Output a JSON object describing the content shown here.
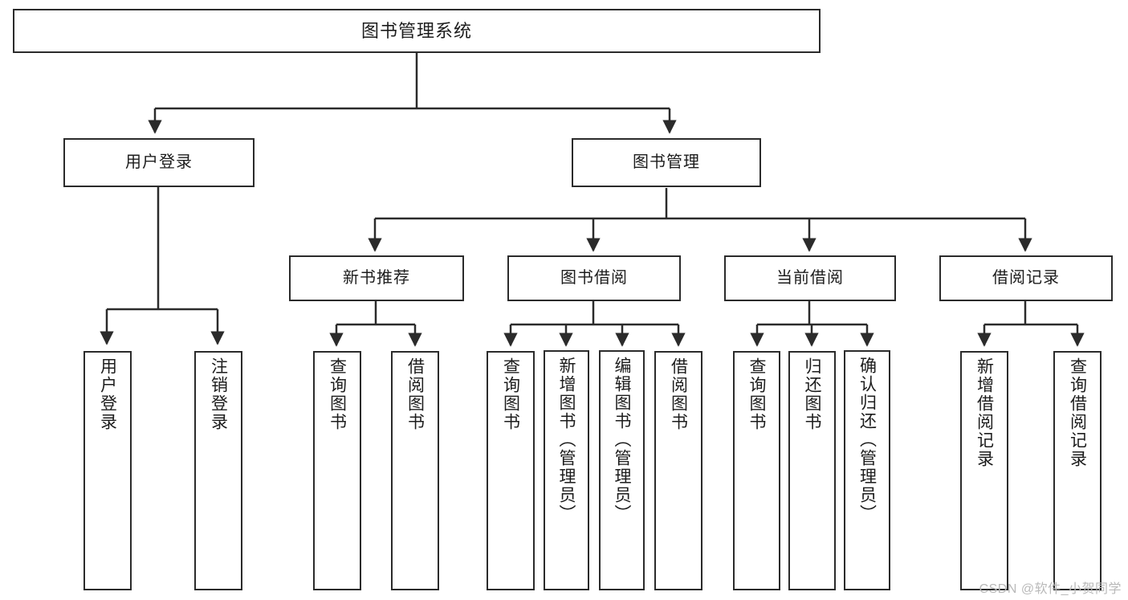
{
  "diagram": {
    "type": "tree",
    "title": "图书管理系统",
    "watermark": "CSDN @软件_小贺同学",
    "accent_color": "#2b2b2b",
    "background_color": "#ffffff",
    "nodes": {
      "root": {
        "label": "图书管理系统"
      },
      "l1": [
        {
          "label": "用户登录"
        },
        {
          "label": "图书管理"
        }
      ],
      "l2": [
        {
          "label": "新书推荐"
        },
        {
          "label": "图书借阅"
        },
        {
          "label": "当前借阅"
        },
        {
          "label": "借阅记录"
        }
      ],
      "leaves": {
        "user_login": [
          {
            "label": "用户登录"
          },
          {
            "label": "注销登录"
          }
        ],
        "new_book": [
          {
            "label": "查询图书"
          },
          {
            "label": "借阅图书"
          }
        ],
        "borrow_book": [
          {
            "label": "查询图书"
          },
          {
            "label": "新增图书（管理员）"
          },
          {
            "label": "编辑图书（管理员）"
          },
          {
            "label": "借阅图书"
          }
        ],
        "current_borrow": [
          {
            "label": "查询图书"
          },
          {
            "label": "归还图书"
          },
          {
            "label": "确认归还（管理员）"
          }
        ],
        "borrow_record": [
          {
            "label": "新增借阅记录"
          },
          {
            "label": "查询借阅记录"
          }
        ]
      }
    }
  }
}
